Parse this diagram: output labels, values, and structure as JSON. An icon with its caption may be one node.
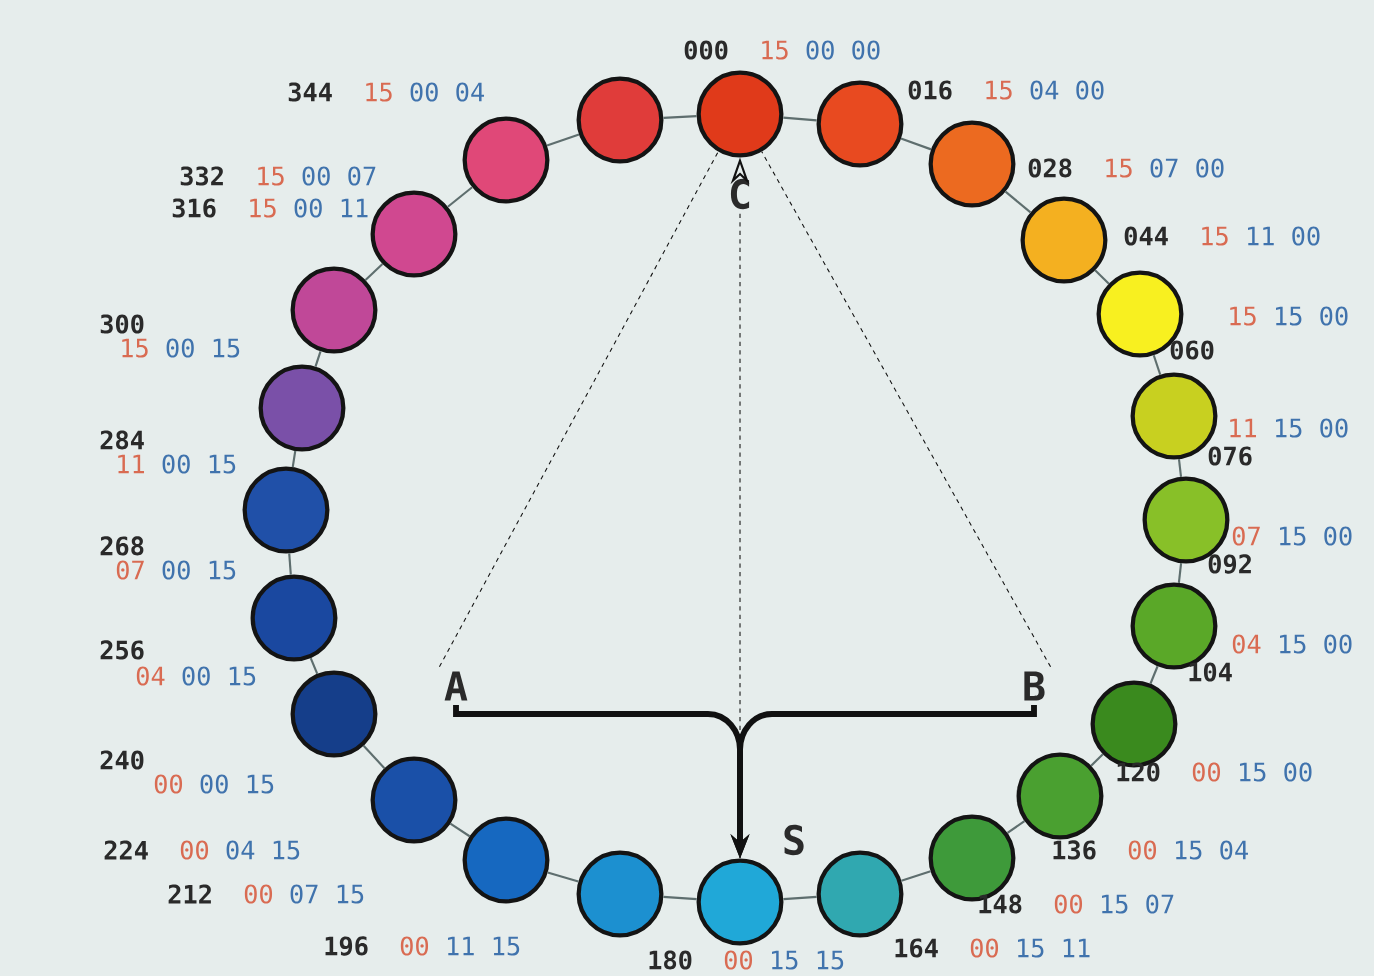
{
  "diagram": {
    "nodes": [
      {
        "text": [],
        "shape": "circle",
        "beside": [
          "000",
          "15",
          "00 00"
        ]
      },
      {
        "text": [],
        "shape": "circle",
        "beside": [
          "016",
          "15",
          "04 00"
        ]
      },
      {
        "text": [],
        "shape": "circle",
        "beside": [
          "028",
          "15",
          "07 00"
        ]
      },
      {
        "text": [],
        "shape": "circle",
        "beside": [
          "044",
          "15",
          "11 00"
        ]
      },
      {
        "text": [],
        "shape": "circle",
        "beside": [
          "060",
          "15",
          "15 00"
        ]
      },
      {
        "text": [],
        "shape": "circle",
        "beside": [
          "076",
          "11",
          "15 00"
        ]
      },
      {
        "text": [],
        "shape": "circle",
        "beside": [
          "092",
          "07",
          "15 00"
        ]
      },
      {
        "text": [],
        "shape": "circle",
        "beside": [
          "104",
          "04",
          "15 00"
        ]
      },
      {
        "text": [],
        "shape": "circle",
        "beside": [
          "120",
          "00",
          "15 00"
        ]
      },
      {
        "text": [],
        "shape": "circle",
        "beside": [
          "136",
          "00",
          "15 04"
        ]
      },
      {
        "text": [],
        "shape": "circle",
        "beside": [
          "148",
          "00",
          "15 07"
        ]
      },
      {
        "text": [],
        "shape": "circle",
        "beside": [
          "164",
          "00",
          "15 11"
        ]
      },
      {
        "text": [],
        "shape": "circle",
        "beside": [
          "180",
          "00",
          "15 15"
        ]
      },
      {
        "text": [],
        "shape": "circle",
        "beside": [
          "196",
          "00",
          "11 15"
        ]
      },
      {
        "text": [],
        "shape": "circle",
        "beside": [
          "212",
          "00",
          "07 15"
        ]
      },
      {
        "text": [],
        "shape": "circle",
        "beside": [
          "224",
          "00",
          "04 15"
        ]
      },
      {
        "text": [],
        "shape": "circle",
        "beside": [
          "240",
          "00",
          "00 15"
        ]
      },
      {
        "text": [],
        "shape": "circle",
        "beside": [
          "256",
          "04",
          "00 15"
        ]
      },
      {
        "text": [],
        "shape": "circle",
        "beside": [
          "268",
          "07",
          "00 15"
        ]
      },
      {
        "text": [],
        "shape": "circle",
        "beside": [
          "284",
          "11",
          "00 15"
        ]
      },
      {
        "text": [],
        "shape": "circle",
        "beside": [
          "300",
          "15",
          "00 15"
        ]
      },
      {
        "text": [],
        "shape": "circle",
        "beside": [
          "316",
          "15",
          "00 11"
        ]
      },
      {
        "text": [],
        "shape": "circle",
        "beside": [
          "332",
          "15",
          "00 07"
        ]
      },
      {
        "text": [],
        "shape": "circle",
        "beside": [
          "344",
          "15",
          "00 04"
        ]
      },
      {
        "text": [
          "A"
        ]
      },
      {
        "text": [
          "B"
        ]
      },
      {
        "text": [
          "C"
        ]
      }
    ],
    "edges": [
      {
        "from": 0,
        "to": 1,
        "arrow": "none"
      },
      {
        "from": 1,
        "to": 2,
        "arrow": "none"
      },
      {
        "from": 2,
        "to": 3,
        "arrow": "none"
      },
      {
        "from": 3,
        "to": 4,
        "arrow": "none"
      },
      {
        "from": 4,
        "to": 5,
        "arrow": "none"
      },
      {
        "from": 5,
        "to": 6,
        "arrow": "none"
      },
      {
        "from": 6,
        "to": 7,
        "arrow": "none"
      },
      {
        "from": 7,
        "to": 8,
        "arrow": "none"
      },
      {
        "from": 8,
        "to": 9,
        "arrow": "none"
      },
      {
        "from": 9,
        "to": 10,
        "arrow": "none"
      },
      {
        "from": 10,
        "to": 11,
        "arrow": "none"
      },
      {
        "from": 11,
        "to": 12,
        "arrow": "none"
      },
      {
        "from": 12,
        "to": 13,
        "arrow": "none"
      },
      {
        "from": 13,
        "to": 14,
        "arrow": "none"
      },
      {
        "from": 14,
        "to": 15,
        "arrow": "none"
      },
      {
        "from": 15,
        "to": 16,
        "arrow": "none"
      },
      {
        "from": 16,
        "to": 17,
        "arrow": "none"
      },
      {
        "from": 17,
        "to": 18,
        "arrow": "none"
      },
      {
        "from": 18,
        "to": 19,
        "arrow": "none"
      },
      {
        "from": 19,
        "to": 20,
        "arrow": "none"
      },
      {
        "from": 20,
        "to": 21,
        "arrow": "none"
      },
      {
        "from": 21,
        "to": 22,
        "arrow": "none"
      },
      {
        "from": 22,
        "to": 23,
        "arrow": "none"
      },
      {
        "from": 23,
        "to": 0,
        "arrow": "none"
      },
      {
        "from": 24,
        "to": 12,
        "arrow": "to",
        "style": "thick",
        "color": "#111111"
      },
      {
        "from": 25,
        "to": 12,
        "arrow": "to",
        "style": "thick",
        "color": "#111111"
      },
      {
        "from": 26,
        "to": 12,
        "arrow": "none",
        "style": "dashed",
        "color": "#111111"
      },
      {
        "from": 26,
        "to": 0,
        "arrow": "to",
        "color": "#111111"
      },
      {
        "from": 24,
        "to": 0,
        "arrow": "none",
        "style": "dashed",
        "color": "#111111"
      },
      {
        "from": 25,
        "to": 0,
        "arrow": "none",
        "style": "dashed",
        "color": "#111111"
      }
    ],
    "labels": [
      "S"
    ]
  }
}
